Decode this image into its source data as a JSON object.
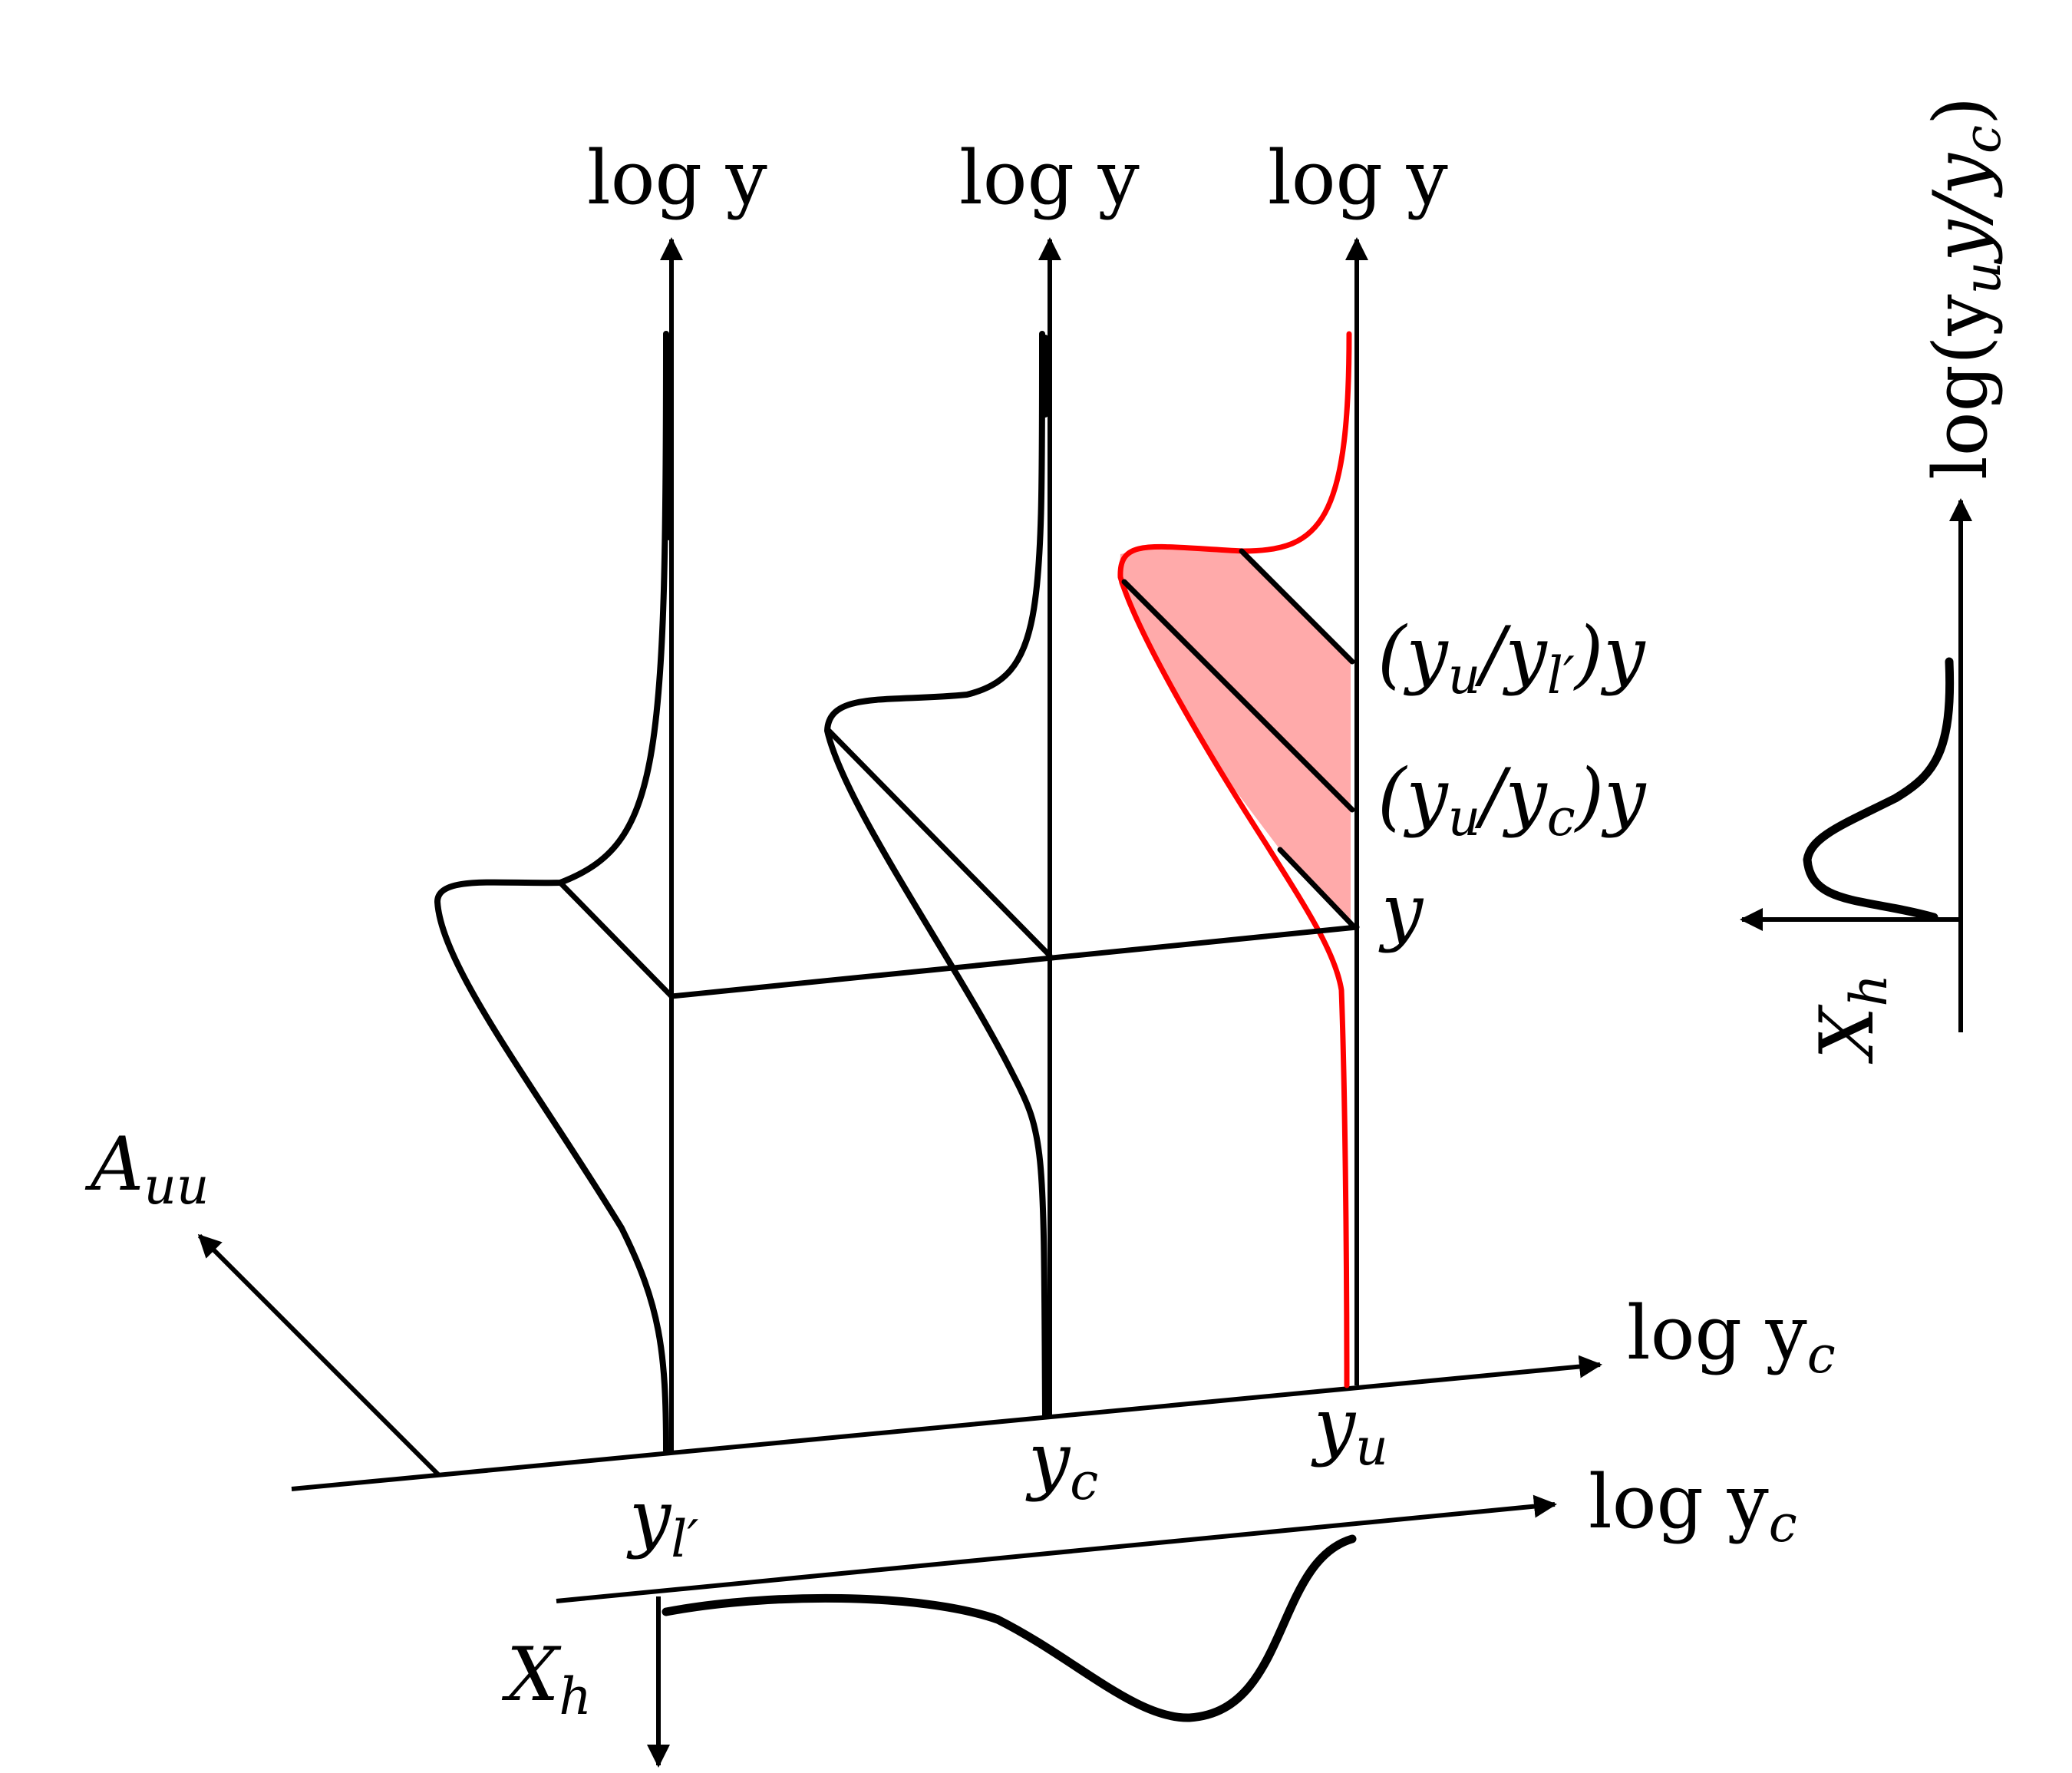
{
  "labels": {
    "log_y": "log y",
    "log_yc": "log y",
    "yc_sub": "c",
    "yu_base": "y",
    "yu_sub": "u",
    "yl_base": "y",
    "yl_sub": "l′",
    "yc_base": "y",
    "c_sub": "c",
    "A_base": "A",
    "A_sub": "uu",
    "X_base": "X",
    "X_sub": "h",
    "y_plain": "y",
    "ratio_yl": "(y",
    "ratio_yl_mid": "/y",
    "ratio_yl_end": ")y",
    "ratio_yc": "(y",
    "ratio_yc_mid": "/y",
    "ratio_yc_end": ")y",
    "right_axis": "log(y",
    "right_axis_mid": "y/y",
    "right_axis_end": ")"
  },
  "colors": {
    "line": "#000000",
    "highlight_stroke": "#ff0000",
    "highlight_fill": "#ffaaaa"
  }
}
